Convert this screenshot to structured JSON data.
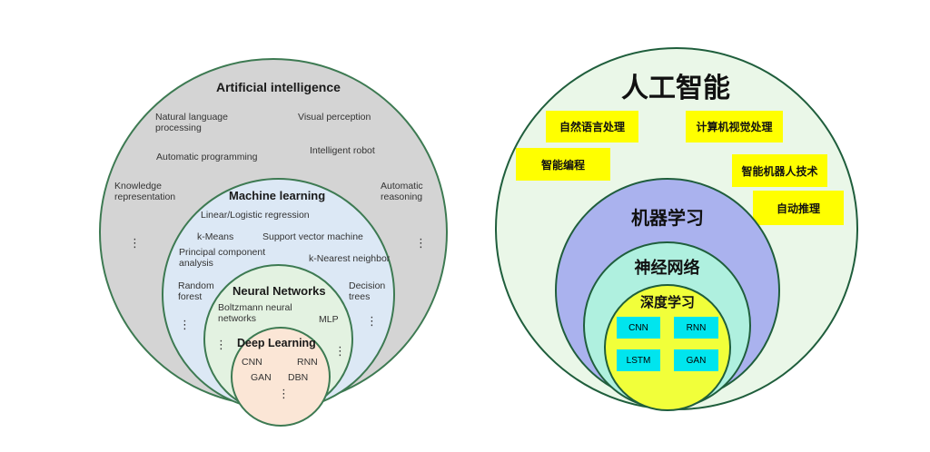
{
  "left_diagram": {
    "ai": {
      "title": "Artificial intelligence",
      "items": {
        "nlp_1": "Natural language",
        "nlp_2": "processing",
        "visual": "Visual perception",
        "autoprog": "Automatic programming",
        "robot": "Intelligent robot",
        "knowledge_1": "Knowledge",
        "knowledge_2": "representation",
        "reasoning_1": "Automatic",
        "reasoning_2": "reasoning"
      },
      "ellipsis": "⋮"
    },
    "ml": {
      "title": "Machine learning",
      "items": {
        "regression": "Linear/Logistic regression",
        "kmeans": "k-Means",
        "svm": "Support vector machine",
        "pca_1": "Principal component",
        "pca_2": "analysis",
        "knn": "k-Nearest neighbor",
        "rf_1": "Random",
        "rf_2": "forest",
        "dt_1": "Decision",
        "dt_2": "trees"
      },
      "ellipsis": "⋮"
    },
    "nn": {
      "title": "Neural Networks",
      "items": {
        "boltz_1": "Boltzmann neural",
        "boltz_2": "networks",
        "mlp": "MLP"
      },
      "ellipsis": "⋮"
    },
    "dl": {
      "title": "Deep Learning",
      "items": {
        "cnn": "CNN",
        "rnn": "RNN",
        "gan": "GAN",
        "dbn": "DBN"
      },
      "ellipsis": "⋮"
    }
  },
  "right_diagram": {
    "ai_title": "人工智能",
    "ai_boxes": {
      "nlp": "自然语言处理",
      "cv": "计算机视觉处理",
      "prog": "智能编程",
      "robot": "智能机器人技术",
      "reason": "自动推理"
    },
    "ml_title": "机器学习",
    "nn_title": "神经网络",
    "dl_title": "深度学习",
    "dl_boxes": {
      "cnn": "CNN",
      "rnn": "RNN",
      "lstm": "LSTM",
      "gan": "GAN"
    }
  },
  "colors": {
    "ai_left": "#d4d4d4",
    "ml_left": "#dce8f5",
    "nn_left": "#e3f2e1",
    "dl_left": "#fbe6d6",
    "ring_left": "#3d7a52",
    "ai_right": "#eaf7e8",
    "ml_right": "#aab2ee",
    "nn_right": "#aff0df",
    "dl_right": "#f1ff3a",
    "ring_right": "#1f5e3c",
    "yellow_box": "#ffff00",
    "cyan_box": "#00e5ee"
  }
}
